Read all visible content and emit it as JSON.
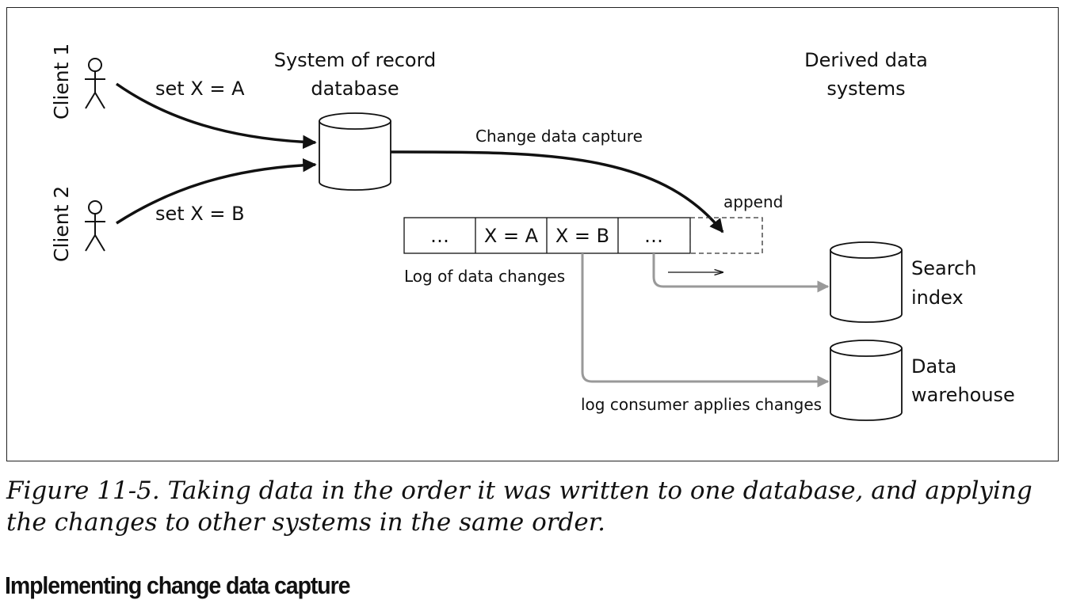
{
  "diagram": {
    "clients": [
      {
        "label": "Client 1",
        "write": "set X = A"
      },
      {
        "label": "Client 2",
        "write": "set X = B"
      }
    ],
    "system_of_record": {
      "line1": "System of record",
      "line2": "database"
    },
    "derived": {
      "line1": "Derived data",
      "line2": "systems"
    },
    "cdc_label": "Change data capture",
    "append_label": "append",
    "log": {
      "cells": [
        "…",
        "X = A",
        "X = B",
        "…"
      ],
      "label": "Log of data changes"
    },
    "consumer_label": "log consumer applies changes",
    "targets": [
      {
        "line1": "Search",
        "line2": "index"
      },
      {
        "line1": "Data",
        "line2": "warehouse"
      }
    ]
  },
  "caption": "Figure 11-5. Taking data in the order it was written to one database, and applying the changes to other systems in the same order.",
  "heading": "Implementing change data capture"
}
